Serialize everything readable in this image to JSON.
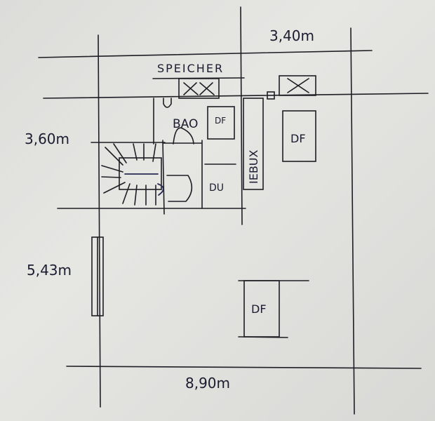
{
  "dimensions": {
    "top_width": "3,40m",
    "left_upper": "3,60m",
    "left_lower": "5,43m",
    "bottom_width": "8,90m"
  },
  "rooms": {
    "attic": "SPEICHER",
    "bath": "BAO",
    "skylight_bath": "DF",
    "skylight_right": "DF",
    "shower": "DU",
    "skylight_main": "DF",
    "vertical_label": "IEBUX"
  }
}
